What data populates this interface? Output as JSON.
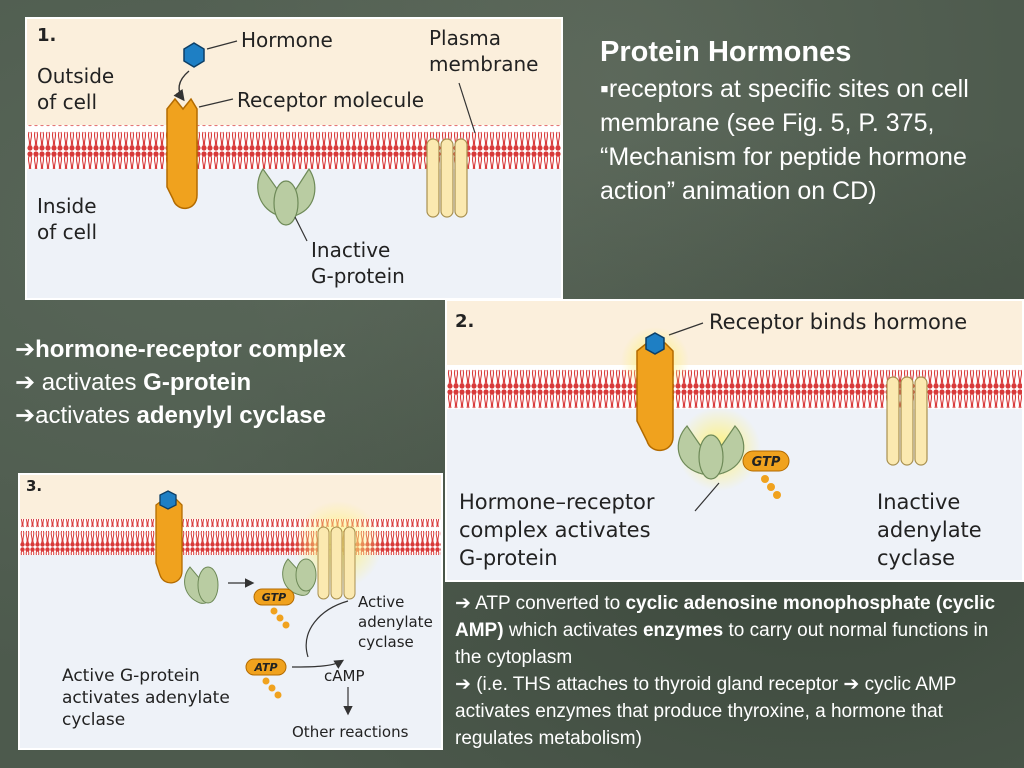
{
  "slide": {
    "heading": "Protein Hormones",
    "bullet_marker": "▪",
    "bullet_text": "receptors at specific sites on cell membrane (see Fig. 5, P. 375, “Mechanism for peptide hormone action” animation on CD)"
  },
  "steps": [
    {
      "arrow": "➔",
      "pre": "",
      "bold": "hormone-receptor complex"
    },
    {
      "arrow": "➔",
      "pre": " activates ",
      "bold": "G-protein"
    },
    {
      "arrow": "➔",
      "pre": "activates ",
      "bold": "adenylyl cyclase"
    }
  ],
  "notes": {
    "arrow": "➔",
    "p1_a": " ATP converted to ",
    "p1_b": "cyclic adenosine monophosphate (cyclic AMP)",
    "p1_c": " which activates ",
    "p1_d": "enzymes",
    "p1_e": " to carry out normal functions in the cytoplasm",
    "p2_a": " (i.e. THS  attaches to thyroid gland receptor ",
    "p2_b": " cyclic AMP activates enzymes that produce thyroxine, a hormone that regulates metabolism)"
  },
  "figure1": {
    "number": "1.",
    "hormone": "Hormone",
    "plasma_line1": "Plasma",
    "plasma_line2": "membrane",
    "outside_line1": "Outside",
    "outside_line2": "of cell",
    "receptor": "Receptor molecule",
    "inside_line1": "Inside",
    "inside_line2": "of cell",
    "gprot_line1": "Inactive",
    "gprot_line2": "G-protein"
  },
  "figure2": {
    "number": "2.",
    "title": "Receptor binds hormone",
    "gtp": "GTP",
    "caption_line1": "Hormone–receptor",
    "caption_line2": "complex activates",
    "caption_line3": "G-protein",
    "inactive_line1": "Inactive",
    "inactive_line2": "adenylate",
    "inactive_line3": "cyclase"
  },
  "figure3": {
    "number": "3.",
    "gtp": "GTP",
    "atp": "ATP",
    "active_line1": "Active",
    "active_line2": "adenylate",
    "active_line3": "cyclase",
    "camp": "cAMP",
    "other": "Other reactions",
    "caption_line1": "Active G-protein",
    "caption_line2": "activates adenylate",
    "caption_line3": "cyclase"
  },
  "colors": {
    "receptor": "#f0a21e",
    "hormone": "#1e7fc4",
    "gprotein": "#b9cca2",
    "cyclase": "#fbe9b0",
    "membrane": "#d83a3a",
    "outside_bg": "#fbefdc",
    "inside_bg": "#eef2f8"
  }
}
